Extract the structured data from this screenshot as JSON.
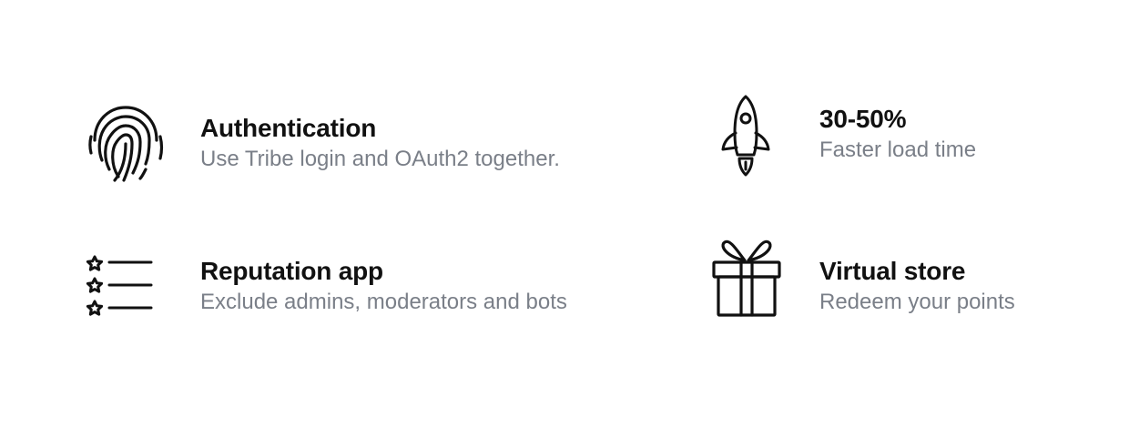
{
  "features": [
    {
      "icon": "fingerprint-icon",
      "title": "Authentication",
      "description": "Use Tribe login and OAuth2 together."
    },
    {
      "icon": "rocket-icon",
      "title": "30-50%",
      "description": "Faster load time"
    },
    {
      "icon": "star-list-icon",
      "title": "Reputation app",
      "description": "Exclude admins, moderators and bots"
    },
    {
      "icon": "gift-icon",
      "title": "Virtual store",
      "description": "Redeem your points"
    }
  ],
  "colors": {
    "title": "#111111",
    "description": "#7a7f88",
    "icon": "#111111",
    "background": "#ffffff"
  }
}
